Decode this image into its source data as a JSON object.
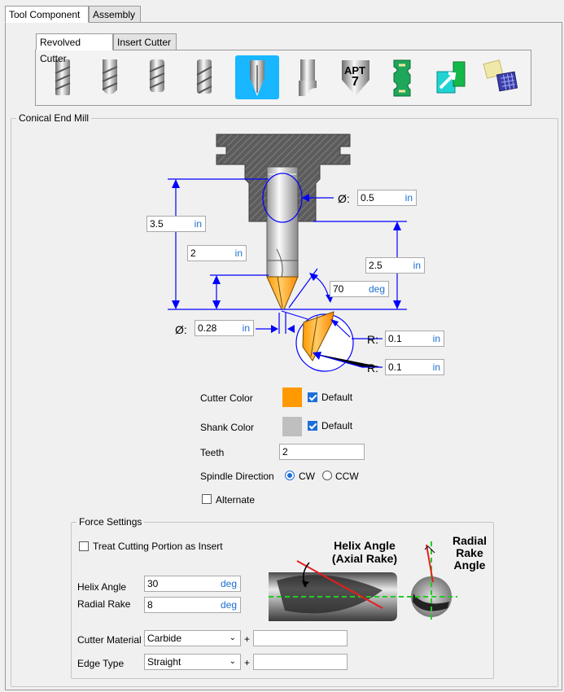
{
  "tabs": [
    "Tool Component",
    "Assembly"
  ],
  "subtabs": [
    "Revolved Cutter",
    "Insert Cutter"
  ],
  "toolbar": {
    "items": [
      {
        "icon": "flat-end-mill-icon"
      },
      {
        "icon": "ball-end-mill-icon"
      },
      {
        "icon": "bull-nose-end-mill-icon"
      },
      {
        "icon": "drill-icon"
      },
      {
        "icon": "conical-end-mill-icon",
        "selected": true
      },
      {
        "icon": "corner-round-mill-icon"
      },
      {
        "icon": "apt7-tool-icon",
        "label_top": "APT",
        "label_bottom": "7"
      },
      {
        "icon": "profile-tool-icon"
      },
      {
        "icon": "import-tool-icon"
      },
      {
        "icon": "tool-library-icon"
      }
    ]
  },
  "group_title": "Conical End Mill",
  "diagram": {
    "diameter_symbol": "Ø:",
    "shank_diameter": "0.5",
    "overall_length": "3.5",
    "flute_length": "2",
    "shoulder_length": "2.5",
    "taper_angle": "70",
    "tip_diameter": "0.28",
    "radius_label": "R:",
    "radius_1": "0.1",
    "radius_2": "0.1",
    "unit_in": "in",
    "unit_deg": "deg"
  },
  "settings": {
    "cutter_color_label": "Cutter Color",
    "cutter_color": "#ff9900",
    "shank_color_label": "Shank Color",
    "shank_color": "#bfbfbf",
    "default_label": "Default",
    "teeth_label": "Teeth",
    "teeth": "2",
    "spindle_label": "Spindle Direction",
    "cw": "CW",
    "ccw": "CCW",
    "alternate": "Alternate"
  },
  "force": {
    "title": "Force Settings",
    "treat_insert": "Treat Cutting Portion as Insert",
    "helix_label": "Helix Angle",
    "helix": "30",
    "radial_label": "Radial Rake",
    "radial": "8",
    "unit_deg": "deg",
    "material_label": "Cutter Material",
    "material": "Carbide",
    "edge_label": "Edge Type",
    "edge": "Straight",
    "plus": "+",
    "fig_helix_1": "Helix Angle",
    "fig_helix_2": "(Axial Rake)",
    "fig_radial_1": "Radial",
    "fig_radial_2": "Rake",
    "fig_radial_3": "Angle"
  },
  "colors": {
    "accent_blue": "#0000ff",
    "unit_blue": "#1a6ed1",
    "selection": "#18b7ff",
    "orange": "#ff9900"
  }
}
